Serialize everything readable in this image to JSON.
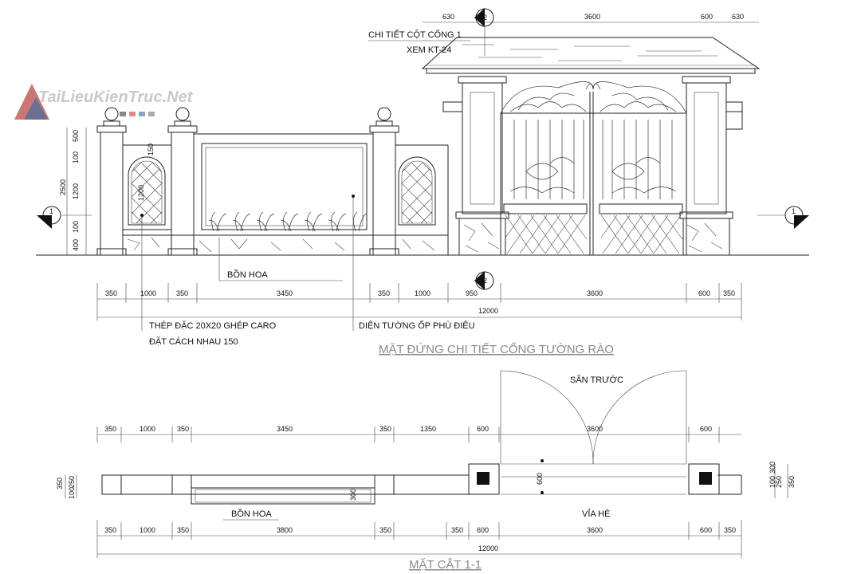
{
  "logo": {
    "text": "TaiLieuKienTruc.Net"
  },
  "elevation": {
    "title": "MẶT ĐỨNG CHI TIẾT CỔNG TƯỜNG RÀO",
    "note_column_1": "CHI TIẾT CỘT CỔNG 1",
    "note_column_2": "XEM KT-24",
    "label_flowerbox": "BỒN HOA",
    "label_steel_1": "THÉP ĐẶC 20X20 GHÉP CARO",
    "label_steel_2": "ĐẶT CÁCH NHAU 150",
    "label_wall_panel": "DIỆN TƯỜNG ỐP PHÙ ĐIÊU",
    "top_dims": [
      "630",
      "3600",
      "600",
      "630"
    ],
    "left_dims": [
      "500",
      "150",
      "100",
      "1200",
      "100",
      "400"
    ],
    "left_total": "2500",
    "window_dim": "1200",
    "bottom_dims": [
      "350",
      "1000",
      "350",
      "3450",
      "350",
      "1000",
      "950",
      "3600",
      "600",
      "350"
    ],
    "total": "12000",
    "marker_1": "1",
    "marker_2": "2"
  },
  "plan": {
    "title": "MẶT CẮT 1-1",
    "label_yard": "SÂN TRƯỚC",
    "label_sidewalk": "VỈA HÈ",
    "label_flowerbox": "BỒN HOA",
    "top_dims": [
      "350",
      "1000",
      "350",
      "3450",
      "350",
      "1350",
      "600",
      "3600",
      "600"
    ],
    "bottom_dims": [
      "350",
      "1000",
      "350",
      "3800",
      "350",
      "350",
      "600",
      "3600",
      "600",
      "350"
    ],
    "total": "12000",
    "left_dims": [
      "350",
      "250",
      "100"
    ],
    "right_dims": [
      "300",
      "100",
      "250",
      "350"
    ],
    "gate_dim": "600",
    "box_dim": "300"
  }
}
